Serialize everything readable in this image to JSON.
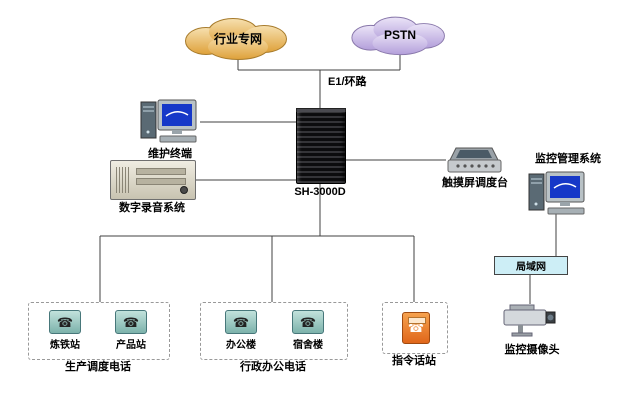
{
  "clouds": {
    "left_label": "行业专网",
    "right_label": "PSTN"
  },
  "labels": {
    "e1": "E1/环路",
    "maintenance": "维护终端",
    "recorder": "数字录音系统",
    "switch_model": "SH-3000D",
    "console": "触摸屏调度台",
    "monitor_system": "监控管理系统",
    "lan": "局域网",
    "camera": "监控摄像头"
  },
  "groups": [
    {
      "caption": "生产调度电话",
      "items": [
        {
          "label": "炼铁站"
        },
        {
          "label": "产品站"
        }
      ]
    },
    {
      "caption": "行政办公电话",
      "items": [
        {
          "label": "办公楼"
        },
        {
          "label": "宿舍楼"
        }
      ]
    },
    {
      "caption": "指令话站",
      "items": []
    }
  ],
  "icons": {
    "phone": "☎"
  },
  "colors": {
    "cloud_left": "#E3A94E",
    "cloud_right": "#C2B1E0",
    "lan_fill": "#CDEEF6",
    "command_station": "#E8751A",
    "phone_station": "#8FBFB8",
    "connector": "#404040"
  }
}
